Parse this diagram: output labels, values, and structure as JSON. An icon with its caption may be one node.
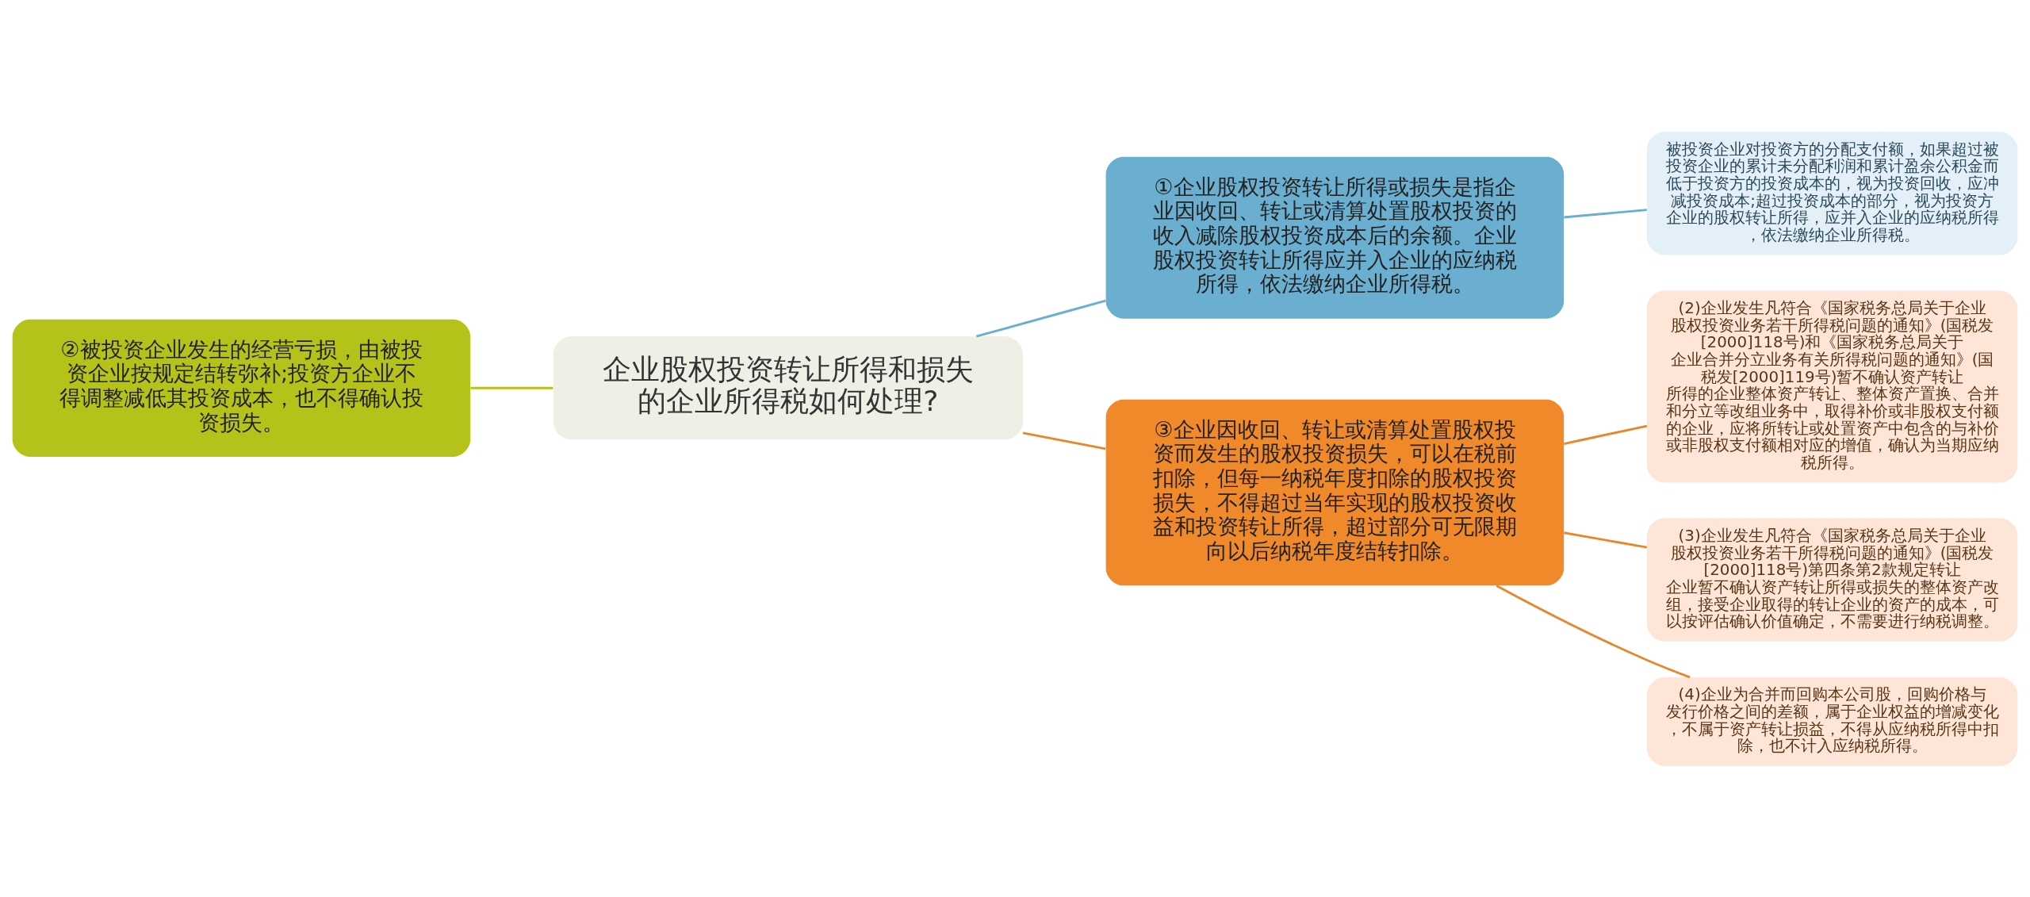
{
  "diagram": {
    "nodes": [
      {
        "text": [
          "企业股权投资转让所得和损失的企业所得税如何处理?"
        ]
      },
      {
        "text": [
          "①企业股权投资转让所得或损失是指企业因收回、转让或清算处置股权投资的收入减除股权投资成本后的余额。企业股权投资转让所得应并入企业的应纳税所得，依法缴纳企业所得税。"
        ]
      },
      {
        "text": [
          "②被投资企业发生的经营亏损，由被投资企业按规定结转弥补;投资方企业不得调整减低其投资成本，也不得确认投资损失。"
        ]
      },
      {
        "text": [
          "③企业因收回、转让或清算处置股权投资而发生的股权投资损失，可以在税前扣除，但每一纳税年度扣除的股权投资损失，不得超过当年实现的股权投资收益和投资转让所得，超过部分可无限期向以后纳税年度结转扣除。"
        ]
      },
      {
        "text": [
          "被投资企业对投资方的分配支付额，如果超过被投资企业的累计未分配利润和累计盈余公积金而低于投资方的投资成本的，视为投资回收，应冲减投资成本;超过投资成本的部分，视为投资方企业的股权转让所得，应并入企业的应纳税所得，依法缴纳企业所得税。"
        ]
      },
      {
        "text": [
          "(2)企业发生凡符合《国家税务总局关于企业股权投资业务若干所得税问题的通知》(国税发[2000]118号)和《国家税务总局关于企业合并分立业务有关所得税问题的通知》(国税发[2000]119号)暂不确认资产转让所得的企业整体资产转让、整体资产置换、合并和分立等改组业务中，取得补价或非股权支付额的企业，应将所转让或处置资产中包含的与补价或非股权支付额相对应的增值，确认为当期应纳税所得。"
        ]
      },
      {
        "text": [
          "(3)企业发生凡符合《国家税务总局关于企业股权投资业务若干所得税问题的通知》(国税发[2000]118号)第四条第2款规定转让企业暂不确认资产转让所得或损失的整体资产改组，接受企业取得的转让企业的资产的成本，可以按评估确认价值确定，不需要进行纳税调整。"
        ]
      },
      {
        "text": [
          "(4)企业为合并而回购本公司股，回购价格与发行价格之间的差额，属于企业权益的增减变化，不属于资产转让损益，不得从应纳税所得中扣除，也不计入应纳税所得。"
        ]
      }
    ],
    "edges": [
      {
        "from": 0,
        "to": 1,
        "arrow": "none",
        "color": "#6aaed0"
      },
      {
        "from": 0,
        "to": 2,
        "arrow": "none",
        "color": "#b5c21a"
      },
      {
        "from": 0,
        "to": 3,
        "arrow": "none"
      },
      {
        "from": 1,
        "to": 4,
        "arrow": "none",
        "color": "#6aaed0"
      },
      {
        "from": 3,
        "to": 5,
        "arrow": "none"
      },
      {
        "from": 3,
        "to": 6,
        "arrow": "none"
      },
      {
        "from": 3,
        "to": 7,
        "arrow": "none"
      }
    ]
  }
}
